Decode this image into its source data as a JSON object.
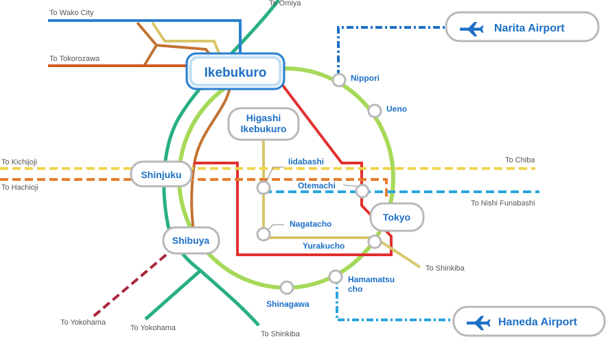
{
  "destinations": {
    "wako_city": "To Wako City",
    "omiya": "To Omiya",
    "tokorozawa": "To Tokorozawa",
    "kichijoji": "To Kichijoji",
    "hachioji": "To Hachioji",
    "chiba": "To Chiba",
    "nishi_funabashi": "To Nishi Funabashi",
    "shinkiba_right": "To Shinkiba",
    "yokohama_left": "To Yokohama",
    "yokohama_mid": "To Yokohama",
    "shinkiba_bottom": "To Shinkiba"
  },
  "hubs": {
    "ikebukuro": "Ikebukuro",
    "higashi_line1": "Higashi",
    "higashi_line2": "Ikebukuro",
    "shinjuku": "Shinjuku",
    "shibuya": "Shibuya",
    "tokyo": "Tokyo"
  },
  "stations": {
    "nippori": "Nippori",
    "ueno": "Ueno",
    "iidabashi": "Iidabashi",
    "otemachi": "Otemachi",
    "nagatacho": "Nagatacho",
    "yurakucho": "Yurakucho",
    "hamamatsucho_line1": "Hamamatsu",
    "hamamatsucho_line2": "cho",
    "shinagawa": "Shinagawa"
  },
  "airports": {
    "narita": "Narita Airport",
    "haneda": "Haneda Airport",
    "icon": "airplane-icon"
  },
  "colors": {
    "yamanote": "#a6d95a",
    "marunouchi": "#e0302f",
    "yurakucho": "#d7c66a",
    "saikyo": "#28b081",
    "fukutoshin": "#c27332",
    "tobu": "#2a7fd0",
    "seibu": "#d35a1e",
    "chuo_sobu": "#f1d54c",
    "chuo_rapid": "#e67c2c",
    "tozai": "#2aa5de",
    "keikyu_airport": "#1c6fc6",
    "tokaido": "#a8263a",
    "label_blue": "#1c6fc6"
  }
}
